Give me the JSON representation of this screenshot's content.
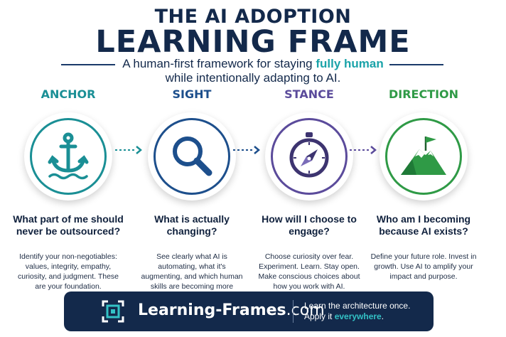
{
  "header": {
    "title_top": "THE AI ADOPTION",
    "title_main": "LEARNING FRAME",
    "subtitle_pre": "A human-first framework for staying ",
    "subtitle_highlight": "fully human",
    "subtitle_line2": "while intentionally adapting to AI."
  },
  "colors": {
    "anchor": "#1a8f95",
    "sight": "#1d4f8c",
    "stance": "#5b4b9b",
    "direction": "#2f9a46",
    "navy": "#13294b",
    "accent": "#1aa3a9"
  },
  "columns": [
    {
      "label": "ANCHOR",
      "icon": "anchor-icon",
      "question": "What part of me should never be outsourced?",
      "description": "Identify your non-negotiables: values, integrity, empathy, curiosity, and judgment. These are your foundation."
    },
    {
      "label": "SIGHT",
      "icon": "magnifier-icon",
      "question": "What is actually changing?",
      "description": "See clearly what AI is automating, what it's augmenting, and which human skills are becoming more valuable."
    },
    {
      "label": "STANCE",
      "icon": "compass-icon",
      "question": "How will I choose to engage?",
      "description": "Choose curiosity over fear. Experiment. Learn. Stay open. Make conscious choices about how you work with AI."
    },
    {
      "label": "DIRECTION",
      "icon": "mountain-flag-icon",
      "question": "Who am I becoming because AI exists?",
      "description": "Define your future role. Invest in growth. Use AI to amplify your impact and purpose."
    }
  ],
  "footer": {
    "brand": "Learning-Frames",
    "domain": ".com",
    "tag_line1": "Learn the architecture once.",
    "tag_line2_pre": "Apply it ",
    "tag_line2_highlight": "everywhere",
    "tag_line2_post": "."
  }
}
